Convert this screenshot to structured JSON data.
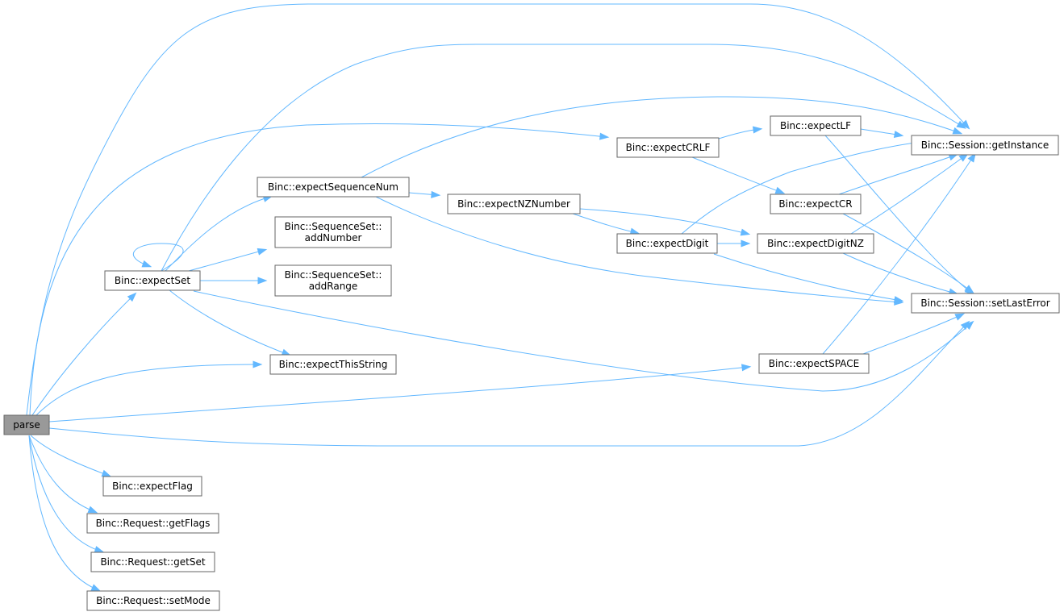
{
  "graph": {
    "nodes": {
      "parse": {
        "lines": [
          "parse"
        ],
        "root": true
      },
      "expectSet": {
        "lines": [
          "Binc::expectSet"
        ]
      },
      "expectFlag": {
        "lines": [
          "Binc::expectFlag"
        ]
      },
      "getFlags": {
        "lines": [
          "Binc::Request::getFlags"
        ]
      },
      "getSet": {
        "lines": [
          "Binc::Request::getSet"
        ]
      },
      "setMode": {
        "lines": [
          "Binc::Request::setMode"
        ]
      },
      "expectSequenceNum": {
        "lines": [
          "Binc::expectSequenceNum"
        ]
      },
      "addNumber": {
        "lines": [
          "Binc::SequenceSet::",
          "addNumber"
        ]
      },
      "addRange": {
        "lines": [
          "Binc::SequenceSet::",
          "addRange"
        ]
      },
      "expectThisString": {
        "lines": [
          "Binc::expectThisString"
        ]
      },
      "expectNZNumber": {
        "lines": [
          "Binc::expectNZNumber"
        ]
      },
      "expectCRLF": {
        "lines": [
          "Binc::expectCRLF"
        ]
      },
      "expectDigit": {
        "lines": [
          "Binc::expectDigit"
        ]
      },
      "expectLF": {
        "lines": [
          "Binc::expectLF"
        ]
      },
      "expectCR": {
        "lines": [
          "Binc::expectCR"
        ]
      },
      "expectDigitNZ": {
        "lines": [
          "Binc::expectDigitNZ"
        ]
      },
      "expectSPACE": {
        "lines": [
          "Binc::expectSPACE"
        ]
      },
      "getInstance": {
        "lines": [
          "Binc::Session::getInstance"
        ]
      },
      "setLastError": {
        "lines": [
          "Binc::Session::setLastError"
        ]
      }
    },
    "edges": [
      [
        "parse",
        "expectSet"
      ],
      [
        "parse",
        "getInstance"
      ],
      [
        "parse",
        "expectCRLF"
      ],
      [
        "parse",
        "expectThisString"
      ],
      [
        "parse",
        "expectSPACE"
      ],
      [
        "parse",
        "setLastError"
      ],
      [
        "parse",
        "expectFlag"
      ],
      [
        "parse",
        "getFlags"
      ],
      [
        "parse",
        "getSet"
      ],
      [
        "parse",
        "setMode"
      ],
      [
        "expectSet",
        "expectSet"
      ],
      [
        "expectSet",
        "getInstance"
      ],
      [
        "expectSet",
        "expectSequenceNum"
      ],
      [
        "expectSet",
        "addNumber"
      ],
      [
        "expectSet",
        "addRange"
      ],
      [
        "expectSet",
        "expectThisString"
      ],
      [
        "expectSet",
        "setLastError"
      ],
      [
        "expectSequenceNum",
        "getInstance"
      ],
      [
        "expectSequenceNum",
        "expectNZNumber"
      ],
      [
        "expectSequenceNum",
        "setLastError"
      ],
      [
        "expectNZNumber",
        "expectDigit"
      ],
      [
        "expectNZNumber",
        "expectDigitNZ"
      ],
      [
        "expectCRLF",
        "expectLF"
      ],
      [
        "expectCRLF",
        "expectCR"
      ],
      [
        "expectLF",
        "getInstance"
      ],
      [
        "expectLF",
        "setLastError"
      ],
      [
        "expectCR",
        "getInstance"
      ],
      [
        "expectCR",
        "setLastError"
      ],
      [
        "expectDigit",
        "getInstance"
      ],
      [
        "expectDigit",
        "expectDigitNZ"
      ],
      [
        "expectDigit",
        "setLastError"
      ],
      [
        "expectDigitNZ",
        "getInstance"
      ],
      [
        "expectDigitNZ",
        "setLastError"
      ],
      [
        "expectSPACE",
        "getInstance"
      ],
      [
        "expectSPACE",
        "setLastError"
      ]
    ],
    "colors": {
      "edge": "#63b8ff",
      "node_border": "#666666",
      "root_fill": "#999999",
      "node_fill": "#ffffff"
    }
  }
}
